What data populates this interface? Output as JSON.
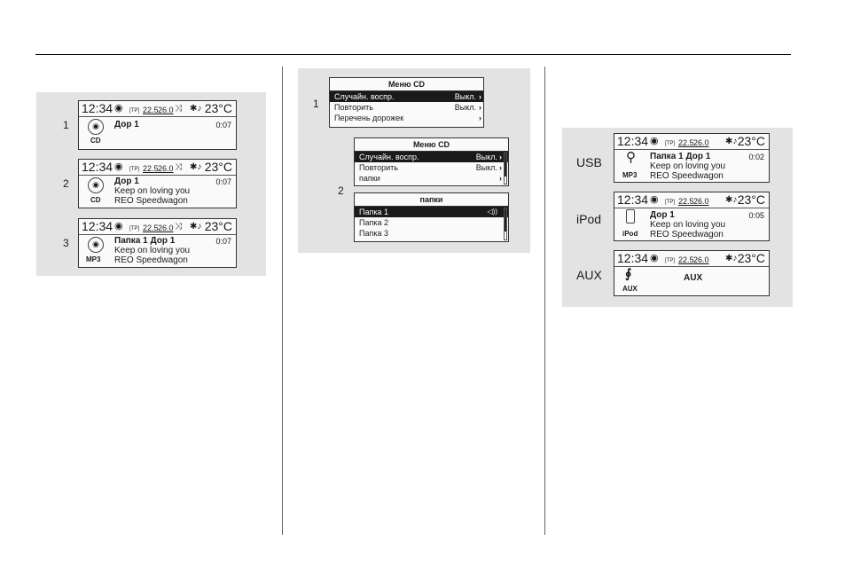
{
  "status_bar": {
    "time": "12:34",
    "disc": "◉",
    "tp": "[TP]",
    "t1": "22.5",
    "t2": "26.0",
    "shuffle": "⤨",
    "bt": "✱♪",
    "temp": "23°C"
  },
  "col1": {
    "screens": [
      {
        "num": "1",
        "source": "CD",
        "line1": "Дор 1",
        "line2": "",
        "line3": "",
        "elapsed": "0:07"
      },
      {
        "num": "2",
        "source": "CD",
        "line1": "Дор 1",
        "line2": "Keep on loving you",
        "line3": "REO Speedwagon",
        "elapsed": "0:07"
      },
      {
        "num": "3",
        "source": "MP3",
        "line1": "Папка 1 Дор 1",
        "line2": "Keep on loving you",
        "line3": "REO Speedwagon",
        "elapsed": "0:07"
      }
    ]
  },
  "col2": {
    "menu1": {
      "num": "1",
      "title": "Меню CD",
      "items": [
        {
          "label": "Случайн. воспр.",
          "value": "Выкл."
        },
        {
          "label": "Повторить",
          "value": "Выкл."
        },
        {
          "label": "Перечень дорожек",
          "value": ""
        }
      ]
    },
    "menu2": {
      "num": "2",
      "title": "Меню CD",
      "items": [
        {
          "label": "Случайн. воспр.",
          "value": "Выкл."
        },
        {
          "label": "Повторить",
          "value": "Выкл."
        },
        {
          "label": "папки",
          "value": ""
        }
      ]
    },
    "folders": {
      "title": "папки",
      "items": [
        "Папка 1",
        "Папка 2",
        "Папка 3"
      ],
      "playing_icon": "◁))"
    }
  },
  "col3": {
    "screens": [
      {
        "label": "USB",
        "source": "MP3",
        "line1": "Папка 1 Дор 1",
        "line2": "Keep on loving you",
        "line3": "REO Speedwagon",
        "elapsed": "0:02"
      },
      {
        "label": "iPod",
        "source": "iPod",
        "line1": "Дор 1",
        "line2": "Keep on loving you",
        "line3": "REO Speedwagon",
        "elapsed": "0:05"
      },
      {
        "label": "AUX",
        "source": "AUX",
        "line1": "AUX"
      }
    ]
  },
  "colors": {
    "selected_bg": "#1a1a1a",
    "panel_bg": "#e3e3e3"
  }
}
